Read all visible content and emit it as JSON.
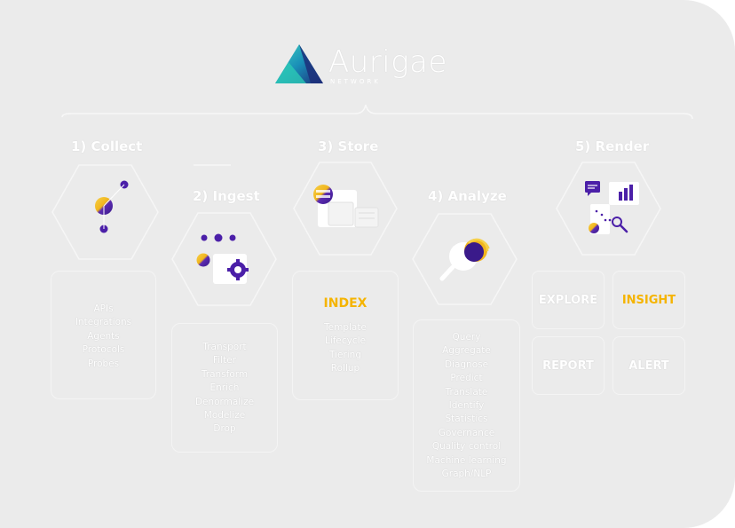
{
  "brand": {
    "name": "Aurigae",
    "tagline": "NETWORK"
  },
  "steps": {
    "collect": {
      "title": "1) Collect",
      "items": [
        "APIs",
        "Integrations",
        "Agents",
        "Protocols",
        "Probes"
      ]
    },
    "ingest": {
      "title": "2) Ingest",
      "items": [
        "Transport",
        "Filter",
        "Transform",
        "Enrich",
        "Denormalize",
        "Modelize",
        "Drop"
      ]
    },
    "store": {
      "title": "3) Store",
      "highlight": "INDEX",
      "items": [
        "Template",
        "Lifecycle",
        "Tiering",
        "Rollup"
      ]
    },
    "analyze": {
      "title": "4) Analyze",
      "items": [
        "Query",
        "Aggregate",
        "Diagnose",
        "Predict",
        "Translate",
        "Identify",
        "Statistics",
        "Governance",
        "Quality control",
        "Machine learning",
        "Graph/NLP"
      ]
    },
    "render": {
      "title": "5) Render",
      "tiles": [
        "EXPLORE",
        "INSIGHT",
        "REPORT",
        "ALERT"
      ]
    }
  },
  "colors": {
    "accent": "#f5b400",
    "purple": "#4b1fa8",
    "teal": "#1fb5b0",
    "gold": "#f2c12e",
    "background": "#ebebeb"
  }
}
